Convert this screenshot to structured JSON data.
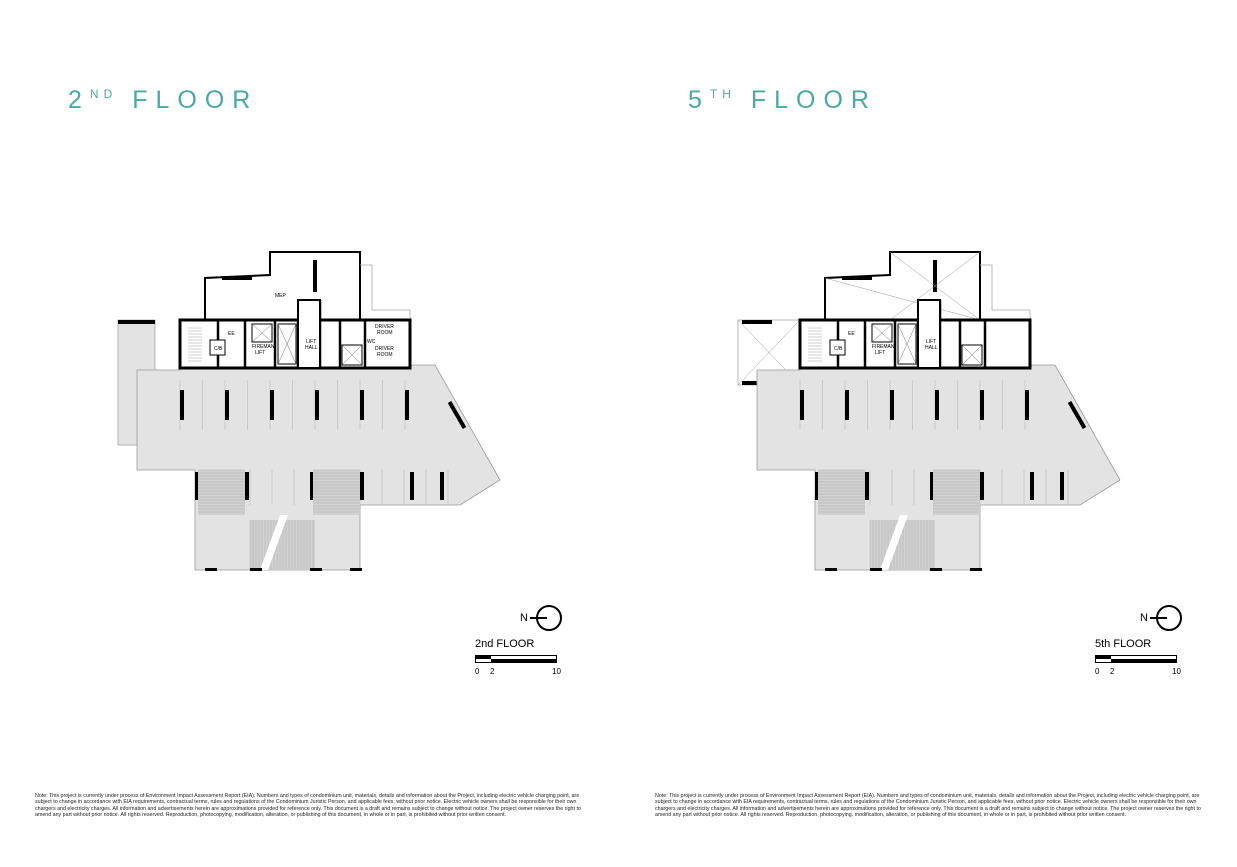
{
  "pages": [
    {
      "title_num": "2",
      "title_sup": "ND",
      "title_word": "FLOOR",
      "legend_title": "2nd FLOOR",
      "labels": {
        "mep": "MEP",
        "ee": "EE",
        "cb": "C/B",
        "fireman": "FIREMAN",
        "lift": "LIFT",
        "lift2": "LIFT",
        "hall": "HALL",
        "driver1": "DRIVER",
        "room1": "ROOM",
        "driver2": "DRIVER",
        "room2": "ROOM",
        "wc": "WC"
      }
    },
    {
      "title_num": "5",
      "title_sup": "TH",
      "title_word": "FLOOR",
      "legend_title": "5th FLOOR",
      "labels": {
        "ee": "EE",
        "cb": "C/B",
        "fireman": "FIREMAN",
        "lift": "LIFT",
        "lift2": "LIFT",
        "hall": "HALL"
      }
    }
  ],
  "north_label": "N",
  "scale": {
    "t0": "0",
    "t1": "2",
    "t2": "10"
  },
  "note": "Note: This project is currently under process of Environment Impact Assessment Report (EIA). Numbers and types of condominium unit, materials, details and information about the Project, including electric vehicle charging point, are subject to change in accordance with EIA requirements, contractual terms, rules and regulations of the Condominium Juristic Person, and applicable fees, without prior notice. Electric vehicle owners shall be responsible for their own chargers and electricity charges. All information and advertisements herein are approximations provided for reference only. This document is a draft and remains subject to change without notice. The project owner reserves the right to amend any part without prior notice. All rights reserved. Reproduction, photocopying, modification, alteration, or publishing of this document, in whole or in part, is prohibited without prior written consent."
}
